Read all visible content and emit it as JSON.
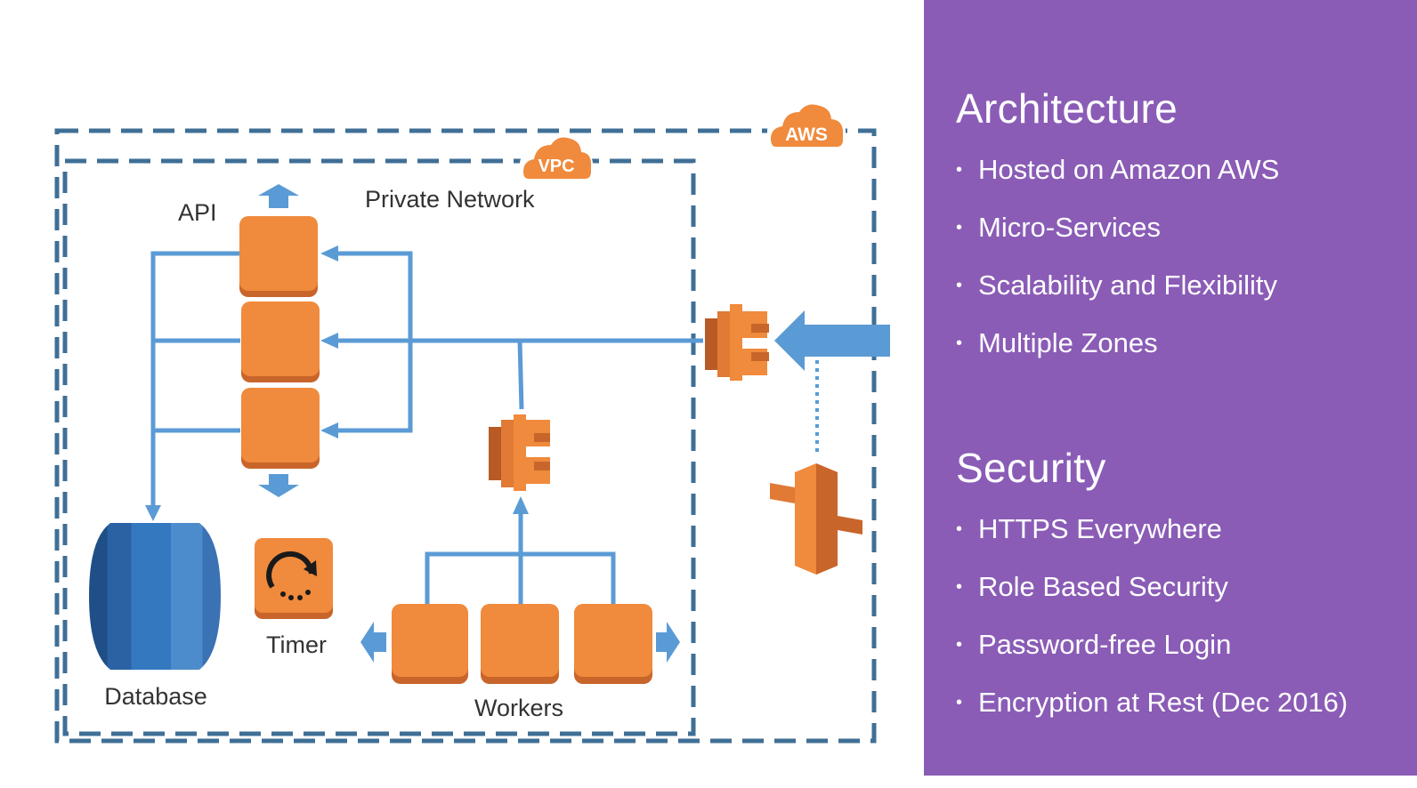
{
  "diagram": {
    "aws_badge": "AWS",
    "vpc_badge": "VPC",
    "private_network_label": "Private Network",
    "api_label": "API",
    "database_label": "Database",
    "timer_label": "Timer",
    "workers_label": "Workers"
  },
  "colors": {
    "panel": "#8a5cb6",
    "orange": "#f08a3c",
    "arrow_blue": "#5b9bd5",
    "border_blue": "#3f6f96",
    "db_blue": "#2e6ab0"
  },
  "sections": [
    {
      "title": "Architecture",
      "items": [
        "Hosted on Amazon AWS",
        "Micro-Services",
        "Scalability and Flexibility",
        "Multiple Zones"
      ]
    },
    {
      "title": "Security",
      "items": [
        "HTTPS Everywhere",
        "Role Based Security",
        "Password-free Login",
        "Encryption at Rest (Dec 2016)"
      ]
    }
  ]
}
